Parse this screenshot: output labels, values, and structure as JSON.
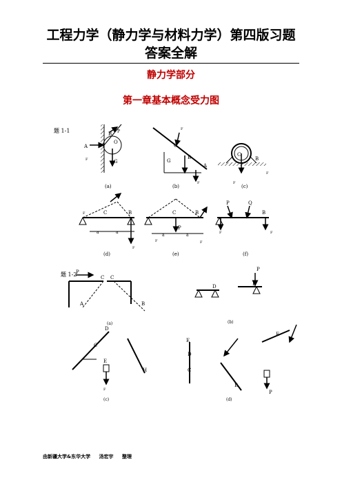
{
  "title": {
    "line1": "工程力学（静力学与材料力学）第四版习题",
    "line2": "答案全解"
  },
  "section": "静力学部分",
  "chapter": "第一章基本概念受力图",
  "problem1": {
    "label": "题 1-1",
    "captions": [
      "(a)",
      "(b)",
      "(c)",
      "(d)",
      "(e)",
      "(f)"
    ]
  },
  "problem2": {
    "label": "题 1-2",
    "captions": [
      "(a)",
      "(b)",
      "(c)",
      "(d)"
    ]
  },
  "footer": {
    "org": "由新疆大学&东华大学",
    "author": "汤宏宇",
    "role": "整理"
  }
}
